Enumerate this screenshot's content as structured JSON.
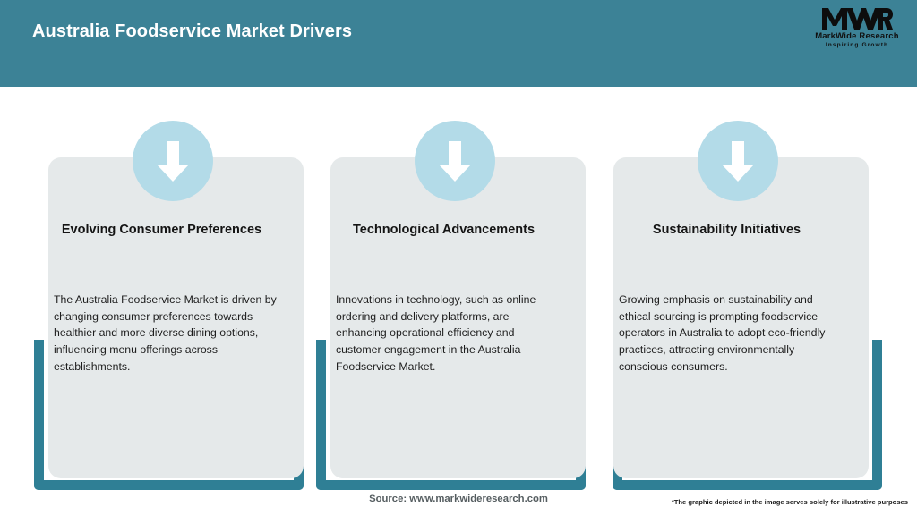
{
  "header": {
    "title": "Australia Foodservice Market Drivers",
    "bg_color": "#3c8296",
    "logo": {
      "mark": "MWR",
      "name": "MarkWide Research",
      "tagline": "Inspiring Growth"
    }
  },
  "theme": {
    "teal": "#2f7f95",
    "card_bg": "#e5e9ea",
    "icon_circle": "#b3dbe8",
    "arrow": "#ffffff"
  },
  "drivers": [
    {
      "icon": "arrow-down-icon",
      "title": "Evolving Consumer Preferences",
      "body": "The Australia Foodservice Market is driven by changing consumer preferences towards healthier and more diverse dining options, influencing menu offerings across establishments."
    },
    {
      "icon": "arrow-down-icon",
      "title": "Technological Advancements",
      "body": "Innovations in technology, such as online ordering and delivery platforms, are enhancing operational efficiency and customer engagement in the Australia Foodservice Market."
    },
    {
      "icon": "arrow-down-icon",
      "title": "Sustainability Initiatives",
      "body": "Growing emphasis on sustainability and ethical sourcing is prompting foodservice operators in Australia to adopt eco-friendly practices, attracting environmentally conscious consumers."
    }
  ],
  "footer": {
    "source": "Source: www.markwideresearch.com",
    "disclaimer": "*The graphic depicted in the image serves solely for illustrative purposes"
  }
}
